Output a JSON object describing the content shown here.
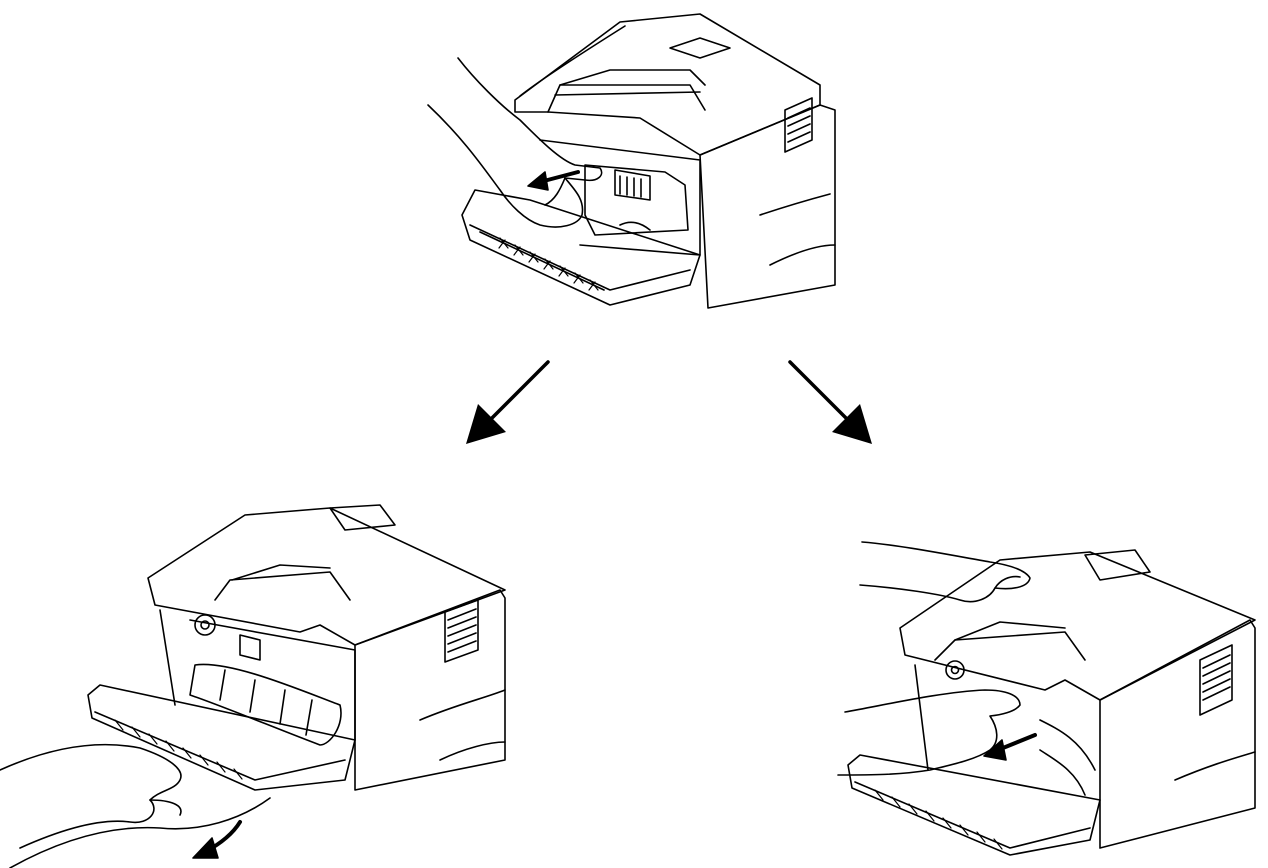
{
  "figure": {
    "panels": [
      {
        "id": "step-remove-drum",
        "depicts": "printer-with-hand-pulling-drum-unit",
        "has_arrow": true
      },
      {
        "id": "step-pull-paper-front",
        "depicts": "printer-front-cover-open-hand-pulling-paper",
        "has_arrow": true
      },
      {
        "id": "step-pull-paper-inside",
        "depicts": "printer-hands-reaching-inside-pulling-paper",
        "has_arrow": true
      }
    ],
    "flow_arrows": [
      {
        "from": "step-remove-drum",
        "to": "step-pull-paper-front"
      },
      {
        "from": "step-remove-drum",
        "to": "step-pull-paper-inside"
      }
    ],
    "colors": {
      "ink": "#000000",
      "paper": "#ffffff"
    }
  }
}
